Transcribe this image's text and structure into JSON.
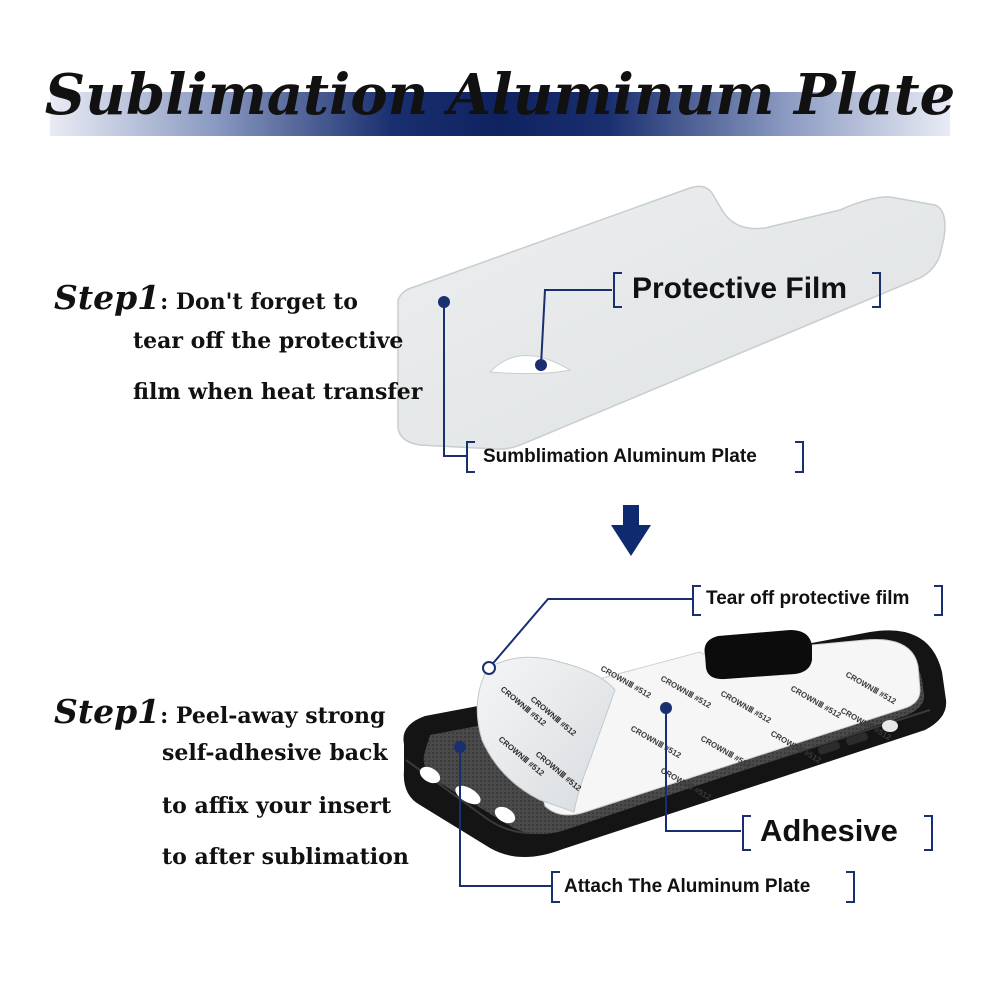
{
  "header": {
    "title": "Sublimation Aluminum Plate"
  },
  "step_top": {
    "label": "Step1",
    "colon": ":",
    "line1": "Don't forget to",
    "line2": "tear off the protective",
    "line3": "film when heat transfer"
  },
  "step_bottom": {
    "label": "Step1",
    "colon": ":",
    "line1": "Peel-away strong",
    "line2": "self-adhesive back",
    "line3": "to affix your insert",
    "line4": "to after sublimation"
  },
  "callouts": {
    "protective_film": "Protective Film",
    "plate": "Sumblimation Aluminum Plate",
    "tear_off": "Tear off protective film",
    "adhesive": "Adhesive",
    "attach": "Attach The Aluminum Plate"
  },
  "backing_print": "CROWNⅢ #512",
  "colors": {
    "navy": "#1a2f70",
    "arrow": "#0f2a6e",
    "text": "#111111"
  },
  "icons": {
    "flow_arrow": "down-arrow-icon"
  }
}
